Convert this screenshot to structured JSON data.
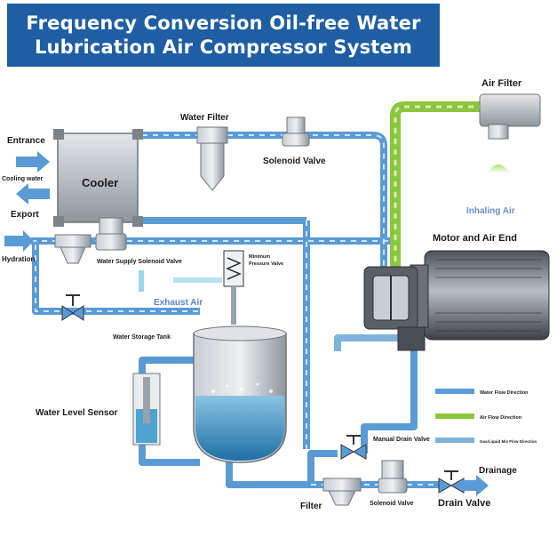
{
  "title": {
    "line1": "Frequency Conversion Oil-free Water",
    "line2": "Lubrication Air Compressor System"
  },
  "labels": {
    "air_filter": "Air Filter",
    "water_filter": "Water Filter",
    "solenoid_valve_top": "Solenoid Valve",
    "entrance": "Entrance",
    "cooling_water": "Cooling water",
    "cooler": "Cooler",
    "export": "Export",
    "inhaling_air": "Inhaling Air",
    "motor_air_end": "Motor and Air End",
    "hydration": "Hydration",
    "water_supply_solenoid_valve": "Water Supply Solenoid Valve",
    "minimum_pressure_valve_1": "Minimum",
    "minimum_pressure_valve_2": "Pressure Valve",
    "exhaust_air": "Exhaust Air",
    "water_storage_tank": "Water Storage Tank",
    "water_level_sensor": "Water Level Sensor",
    "manual_drain_valve": "Manual Drain Valve",
    "drainage": "Drainage",
    "filter": "Filter",
    "solenoid_valve_bottom": "Solenoid Valve",
    "drain_valve": "Drain Valve"
  },
  "legend": [
    {
      "label": "Water Flow Direction",
      "color": "#5b9bd5"
    },
    {
      "label": "Air Flow Direction",
      "color": "#8cc63f"
    },
    {
      "label": "Gas/Liquid Mix Flow Direction",
      "color": "#7fb3d9"
    }
  ],
  "colors": {
    "banner": "#1f5ea3",
    "water_pipe": "#5b9bd5",
    "air_pipe": "#8cc63f",
    "equipment": "#9aa3ab"
  }
}
